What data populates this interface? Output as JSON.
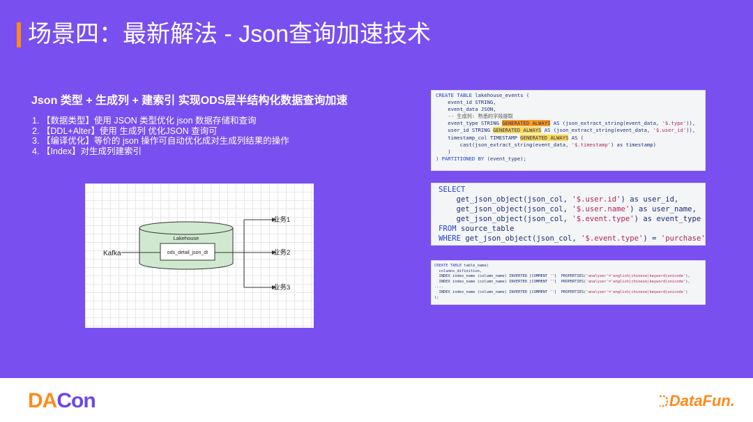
{
  "header": {
    "title": "场景四：最新解法 - Json查询加速技术"
  },
  "main": {
    "subtitle": "Json 类型 + 生成列 + 建索引  实现ODS层半结构化数据查询加速",
    "bullets": [
      "1. 【数据类型】使用 JSON 类型优化 json 数据存储和查询",
      "2. 【DDL+Alter】使用 生成列 优化JSON 查询可",
      "3. 【编译优化】等价的 json 操作可自动优化成对生成列结果的操作",
      "4. 【Index】对生成列建索引"
    ]
  },
  "diagram": {
    "kafka": "Kafka",
    "lakehouse": "Lakehouse",
    "table": "ods_detail_json_dt",
    "outputs": [
      "业务1",
      "业务2",
      "业务3"
    ]
  },
  "code1": {
    "l1a": "CREATE TABLE",
    "l1b": " lakehouse_events (",
    "l2": "    event_id STRING,",
    "l3": "    event_data JSON,",
    "l4": "",
    "l5": "    -- 生成列: 熟悉的字段提取",
    "l6a": "    event_type STRING ",
    "l6b": "GENERATED ALWAYS",
    "l6c": " AS (json_extract_string(event_data, ",
    "l6d": "'$.type'",
    "l6e": ")),",
    "l7a": "    user_id STRING ",
    "l7b": "GENERATED ALWAYS",
    "l7c": " AS (json_extract_string(event_data, ",
    "l7d": "'$.user_id'",
    "l7e": ")),",
    "l8a": "    timestamp_col TIMESTAMP ",
    "l8b": "GENERATED ALWAYS",
    "l8c": " AS (",
    "l9a": "        cast(json_extract_string(event_data, ",
    "l9b": "'$.timestamp'",
    "l9c": ") as timestamp)",
    "l10": "    )",
    "l11a": ") PARTITIONED BY",
    "l11b": " (event_type);"
  },
  "code2": {
    "l1": "SELECT",
    "l2a": "    get_json_object(json_col, ",
    "l2b": "'$.user.id'",
    "l2c": ") as user_id,",
    "l3a": "    get_json_object(json_col, ",
    "l3b": "'$.user.name'",
    "l3c": ") as user_name,",
    "l4a": "    get_json_object(json_col, ",
    "l4b": "'$.event.type'",
    "l4c": ") as event_type",
    "l5a": "FROM",
    "l5b": " source_table",
    "l6a": "WHERE",
    "l6b": " get_json_object(json_col, ",
    "l6c": "'$.event.type'",
    "l6d": ") = ",
    "l6e": "'purchase'",
    "l6f": ";"
  },
  "code3": {
    "l1a": "CREATE TABLE",
    "l1b": " table_name(",
    "l2": "  columns_difinition,",
    "l3a": "  INDEX index_name (column_name) INVERTED [COMMENT ",
    "l3b": "''",
    "l3c": "]  PROPERTIES(",
    "l3d": "'analyzer'='english|chinese|keyword|unicode'",
    "l3e": "),",
    "l4a": "  INDEX index_name (column_name) INVERTED [COMMENT ",
    "l4b": "''",
    "l4c": "]  PROPERTIES(",
    "l4d": "'analyzer'='english|chinese|keyword|unicode'",
    "l4e": "),",
    "l5": "....",
    "l6a": "  INDEX index_name (column_name) INVERTED [COMMENT ",
    "l6b": "''",
    "l6c": "]  PROPERTIES(",
    "l6d": "'analyzer'='english|chinese|keyword|unicode'",
    "l6e": ")",
    "l7": ");"
  },
  "footer": {
    "dacon_d": "DA",
    "dacon_c": "Con",
    "datafun": "DataFun."
  },
  "colors": {
    "background": "#7a4ff0",
    "accent": "#ff8a1c",
    "keyword": "#1a3fd0",
    "string": "#b3245b",
    "highlight": "#ff9c1e"
  }
}
